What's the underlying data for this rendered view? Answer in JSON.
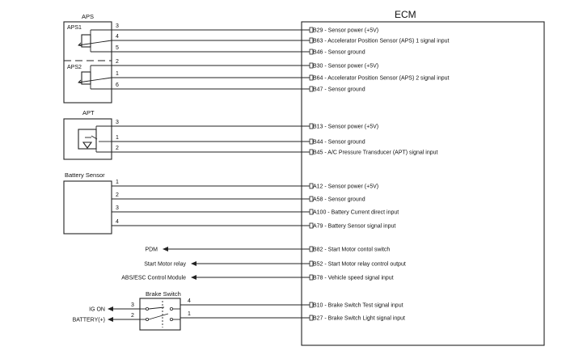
{
  "ecm": {
    "title": "ECM",
    "pins": [
      {
        "text": "B29 - Sensor power (+5V)"
      },
      {
        "text": "B63 - Accelerator Position Sensor (APS) 1 signal input"
      },
      {
        "text": "B46 - Sensor ground"
      },
      {
        "text": "B30 - Sensor power (+5V)"
      },
      {
        "text": "B64 - Accelerator Position Sensor (APS) 2 signal input"
      },
      {
        "text": "B47 - Sensor ground"
      },
      {
        "text": "B13 - Sensor power (+5V)"
      },
      {
        "text": "B44 - Sensor ground"
      },
      {
        "text": "B45 - A/C Pressure Transducer (APT) signal input"
      },
      {
        "text": "A12 - Sensor power (+5V)"
      },
      {
        "text": "A58 - Sensor ground"
      },
      {
        "text": "A100 - Battery Current direct input"
      },
      {
        "text": "A79 - Battery Sensor signal input"
      },
      {
        "text": "B82 - Start Motor contol switch"
      },
      {
        "text": "B52 - Start Motor relay control output"
      },
      {
        "text": "B78 - Vehicle speed signal input"
      },
      {
        "text": "B10 - Brake Switch Test signal input"
      },
      {
        "text": "B27 - Brake Switch Light signal input"
      }
    ]
  },
  "aps": {
    "title": "APS",
    "sub1": "APS1",
    "sub2": "APS2",
    "wire_numbers": [
      "3",
      "4",
      "5",
      "2",
      "1",
      "6"
    ]
  },
  "apt": {
    "title": "APT",
    "wire_numbers": [
      "3",
      "1",
      "2"
    ]
  },
  "battery_sensor": {
    "title": "Battery Sensor",
    "wire_numbers": [
      "1",
      "2",
      "3",
      "4"
    ]
  },
  "outputs": [
    {
      "label": "PDM"
    },
    {
      "label": "Start Motor relay"
    },
    {
      "label": "ABS/ESC Control Module"
    }
  ],
  "brake_switch": {
    "title": "Brake Switch",
    "right_numbers": [
      "4",
      "1"
    ],
    "left_numbers": [
      "3",
      "2"
    ],
    "left_labels": [
      "IG ON",
      "BATTERY(+)"
    ]
  }
}
